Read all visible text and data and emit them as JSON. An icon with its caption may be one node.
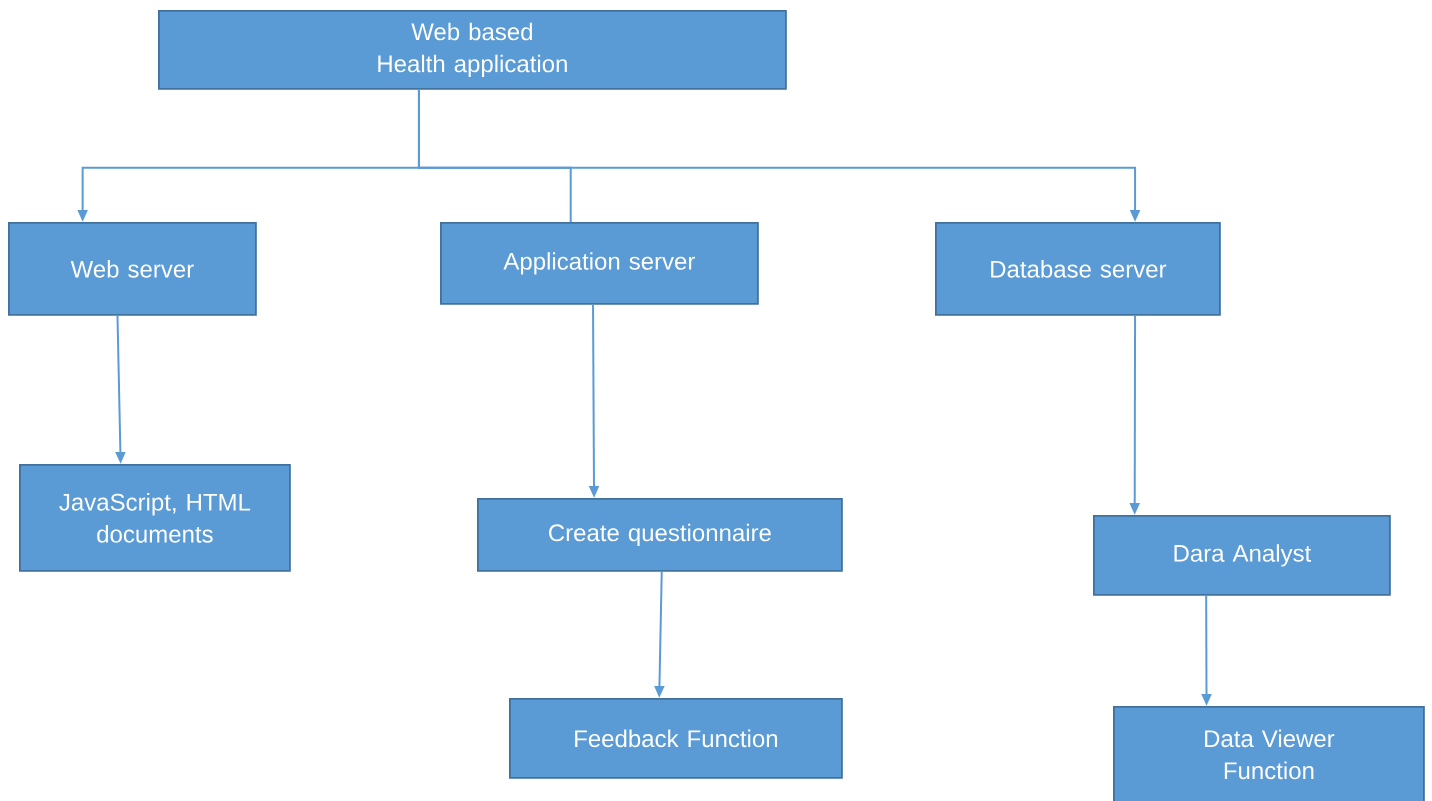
{
  "diagram": {
    "nodes": [
      {
        "text": [
          "Web based Health application"
        ]
      },
      {
        "text": [
          "Web server"
        ]
      },
      {
        "text": [
          "Application server"
        ]
      },
      {
        "text": [
          "Database server"
        ]
      },
      {
        "text": [
          "JavaScript, HTML documents"
        ]
      },
      {
        "text": [
          "Create questionnaire"
        ]
      },
      {
        "text": [
          "Feedback Function"
        ]
      },
      {
        "text": [
          "Dara Analyst"
        ]
      },
      {
        "text": [
          "Data Viewer Function"
        ]
      }
    ],
    "edges": [
      {
        "from": 0,
        "to": 1,
        "arrow": "to"
      },
      {
        "from": 0,
        "to": 2,
        "arrow": "none"
      },
      {
        "from": 0,
        "to": 3,
        "arrow": "to"
      },
      {
        "from": 1,
        "to": 4,
        "arrow": "to"
      },
      {
        "from": 2,
        "to": 5,
        "arrow": "to"
      },
      {
        "from": 5,
        "to": 6,
        "arrow": "to"
      },
      {
        "from": 3,
        "to": 7,
        "arrow": "to"
      },
      {
        "from": 7,
        "to": 8,
        "arrow": "to"
      }
    ]
  }
}
